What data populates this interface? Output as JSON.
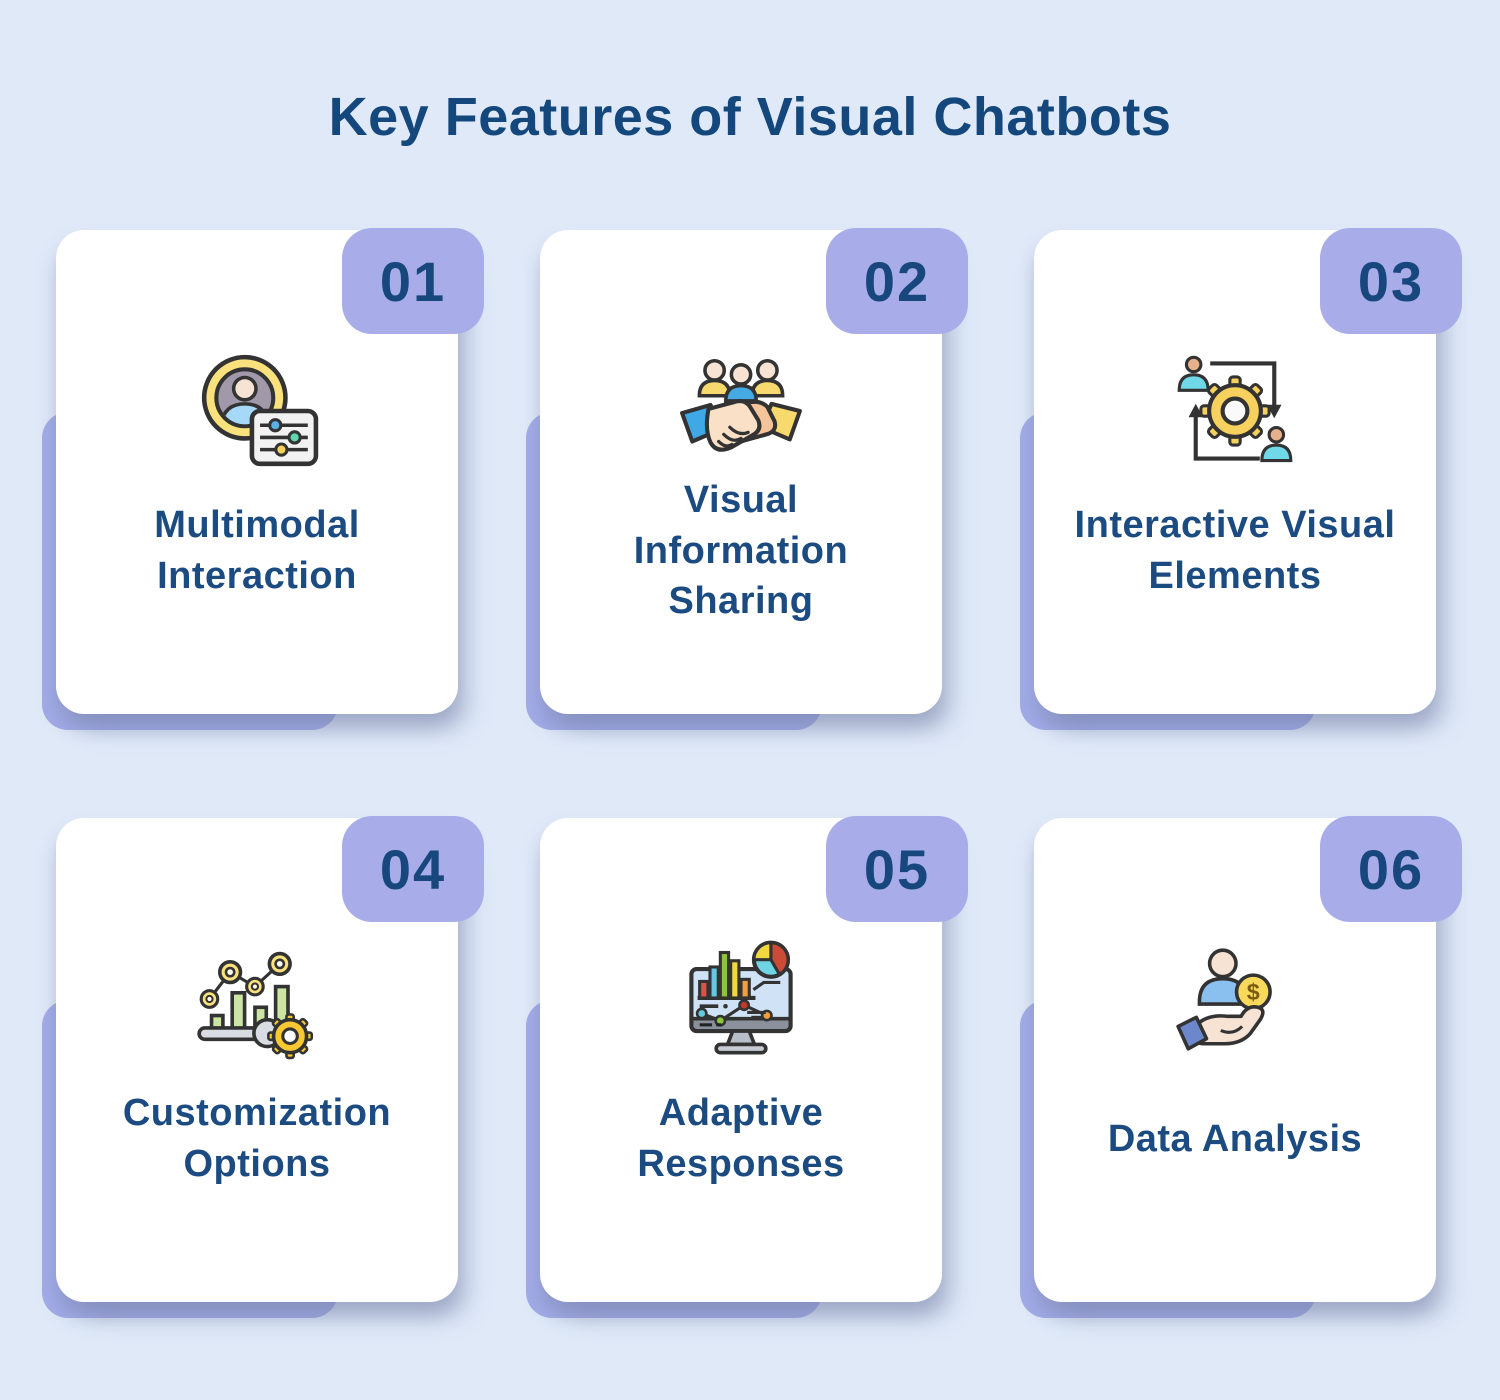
{
  "title": "Key Features of Visual Chatbots",
  "cards": [
    {
      "number": "01",
      "label": "Multimodal\nInteraction",
      "icon": "user-profile-settings-icon"
    },
    {
      "number": "02",
      "label": "Visual\nInformation\nSharing",
      "icon": "handshake-people-icon"
    },
    {
      "number": "03",
      "label": "Interactive Visual\nElements",
      "icon": "process-user-gear-icon"
    },
    {
      "number": "04",
      "label": "Customization\nOptions",
      "icon": "chart-wrench-gear-icon"
    },
    {
      "number": "05",
      "label": "Adaptive\nResponses",
      "icon": "monitor-analytics-icon"
    },
    {
      "number": "06",
      "label": "Data Analysis",
      "icon": "hand-user-coin-icon"
    }
  ],
  "icons": {
    "coin_symbol": "$"
  },
  "colors": {
    "background": "#dfe9f8",
    "card": "#ffffff",
    "badge_purple": "#a8adea",
    "back_shadow_purple": "#a2abe7",
    "heading_text": "#14477c",
    "card_text": "#1b4b80",
    "icon_outline": "#333333",
    "icon_yellow": "#f9e27e",
    "icon_blue": "#45aae4",
    "icon_green": "#8cc43c",
    "icon_red": "#cc4b37",
    "icon_orange": "#f2a03d",
    "icon_teal": "#6fd4e4"
  }
}
